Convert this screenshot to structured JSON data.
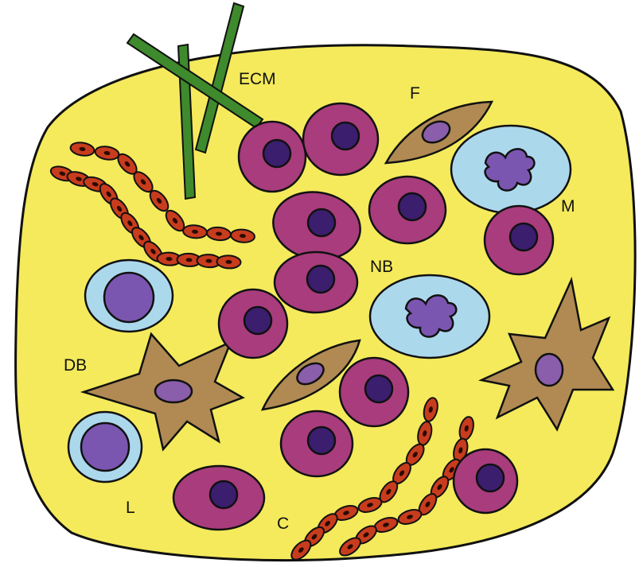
{
  "labels": {
    "ecm": "ECM",
    "f": "F",
    "m": "M",
    "nb": "NB",
    "db": "DB",
    "l": "L",
    "c": "C"
  },
  "colors": {
    "background": "#f4ea5c",
    "outline": "#111111",
    "neuroblast": "#a83c7c",
    "nucleus": "#3b1e6e",
    "macrophage_cell": "#acd8ec",
    "macrophage_nucleus": "#7a56b0",
    "fibroblast": "#b08a52",
    "fibroblast_nucleus": "#8a5eaa",
    "capillary": "#c83c1e",
    "capillary_nucleus": "#2a0a00",
    "ecm_fibre": "#3e8a2c"
  }
}
